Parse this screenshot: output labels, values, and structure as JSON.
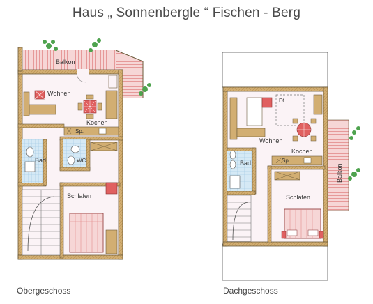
{
  "title": "Haus „ Sonnenbergle “ Fischen - Berg",
  "plans": [
    {
      "caption": "Obergeschoss",
      "rooms": {
        "balkon": "Balkon",
        "wohnen": "Wohnen",
        "kochen": "Kochen",
        "sp": "Sp.",
        "wc": "WC",
        "bad": "Bad",
        "schlafen": "Schlafen"
      }
    },
    {
      "caption": "Dachgeschoss",
      "rooms": {
        "df": "Df.",
        "wohnen": "Wohnen",
        "kochen": "Kochen",
        "sp": "Sp.",
        "bad": "Bad",
        "schlafen": "Schlafen",
        "balkon": "Balkon"
      }
    }
  ],
  "colors": {
    "wall": "#c9a46a",
    "wall_outline": "#6b5a3a",
    "floor": "#fbf3f6",
    "tile": "#d5e9f5",
    "balcony": "#f0b2b2",
    "plant": "#4ea34e",
    "table": "#e06060"
  }
}
